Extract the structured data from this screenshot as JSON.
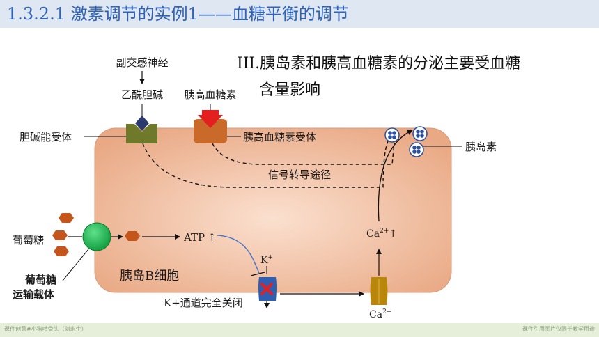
{
  "title": "1.3.2.1 激素调节的实例1——血糖平衡的调节",
  "heading": {
    "line1": "III.胰岛素和胰高血糖素的分泌主要受血糖",
    "line2": "含量影响"
  },
  "labels": {
    "nerve": "副交感神经",
    "acetylcholine": "乙酰胆碱",
    "glucagon": "胰高血糖素",
    "choline_receptor": "胆碱能受体",
    "glucagon_receptor": "胰高血糖素受体",
    "insulin": "胰岛素",
    "signal_pathway": "信号转导途径",
    "glucose": "葡萄糖",
    "transporter_line1": "葡萄糖",
    "transporter_line2": "运输载体",
    "atp": "ATP",
    "atp_up": "↑",
    "cell": "胰岛B细胞",
    "k_ion": "K",
    "k_sup": "+",
    "k_channel_closed": "K+通道完全关闭",
    "ca_in": "Ca",
    "ca_in_sup": "2+",
    "ca_in_up": "↑",
    "ca_out": "Ca",
    "ca_out_sup": "2+"
  },
  "footer": {
    "left": "课件创意#小狗啃骨头（刘永生）",
    "right": "课件引用图片仅限于教学用途"
  },
  "colors": {
    "title_text": "#2e63b8",
    "title_bg": "#dfe7f3",
    "cell_fill": "#eab08f",
    "receptor_olive": "#6e7a2a",
    "glucagon_receptor": "#c96a2a",
    "glucagon_arrow": "#e32020",
    "glucose_hex": "#c4561b",
    "transporter": "#19b34a",
    "k_channel": "#2e5fb3",
    "ca_channel": "#b8860b",
    "vesicle": "#2c4f9e"
  }
}
